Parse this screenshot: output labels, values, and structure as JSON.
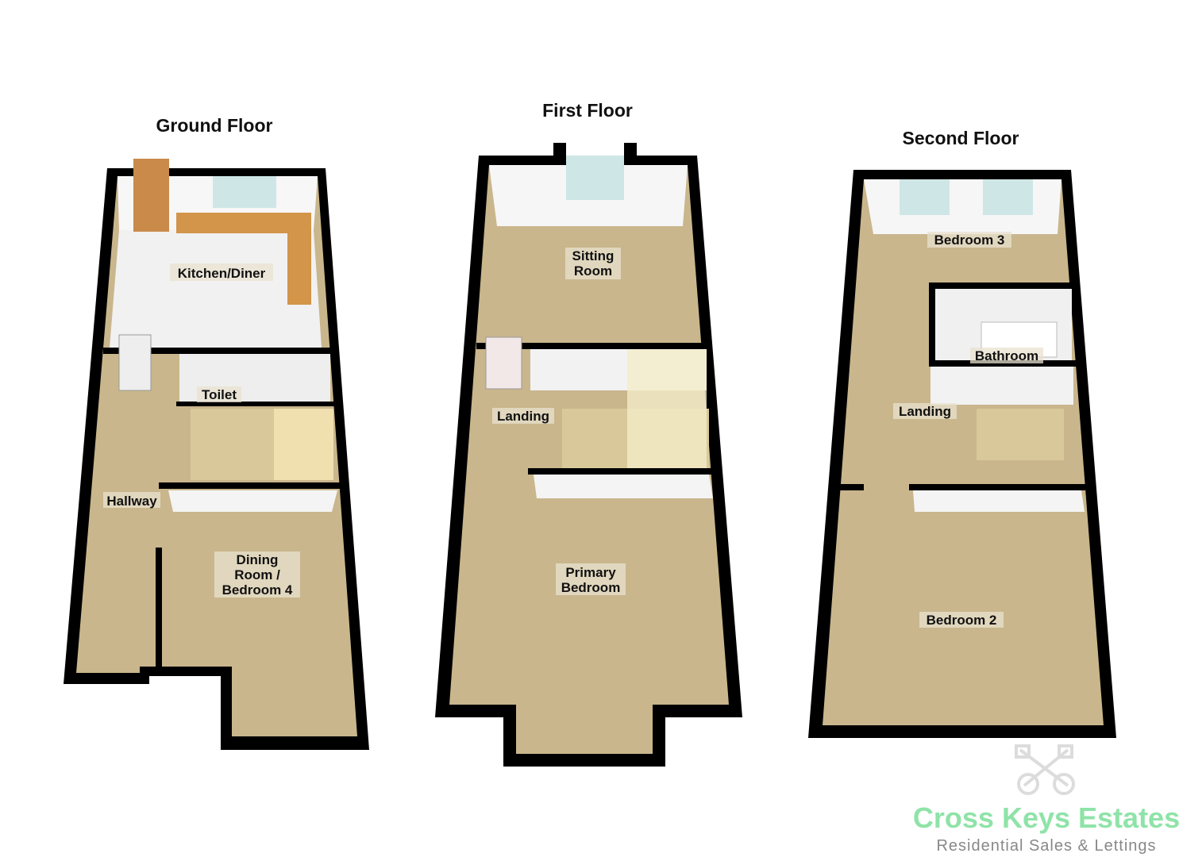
{
  "floors": [
    {
      "title": "Ground Floor",
      "rooms": [
        "Kitchen/Diner",
        "Toilet",
        "Hallway",
        "Dining",
        "Room /",
        "Bedroom 4"
      ]
    },
    {
      "title": "First Floor",
      "rooms": [
        "Sitting",
        "Room",
        "Landing",
        "Primary",
        "Bedroom"
      ]
    },
    {
      "title": "Second Floor",
      "rooms": [
        "Bedroom 3",
        "Bathroom",
        "Landing",
        "Bedroom 2"
      ]
    }
  ],
  "logo": {
    "name": "Cross Keys Estates",
    "tagline": "Residential Sales & Lettings",
    "icon": "crossed-keys-icon"
  },
  "colors": {
    "wall": "#000000",
    "floor": "#c9b68c",
    "kitchen_floor": "#f1f1f1",
    "inner_wall": "#f4f4f4",
    "brand": "#8fe3a8"
  }
}
